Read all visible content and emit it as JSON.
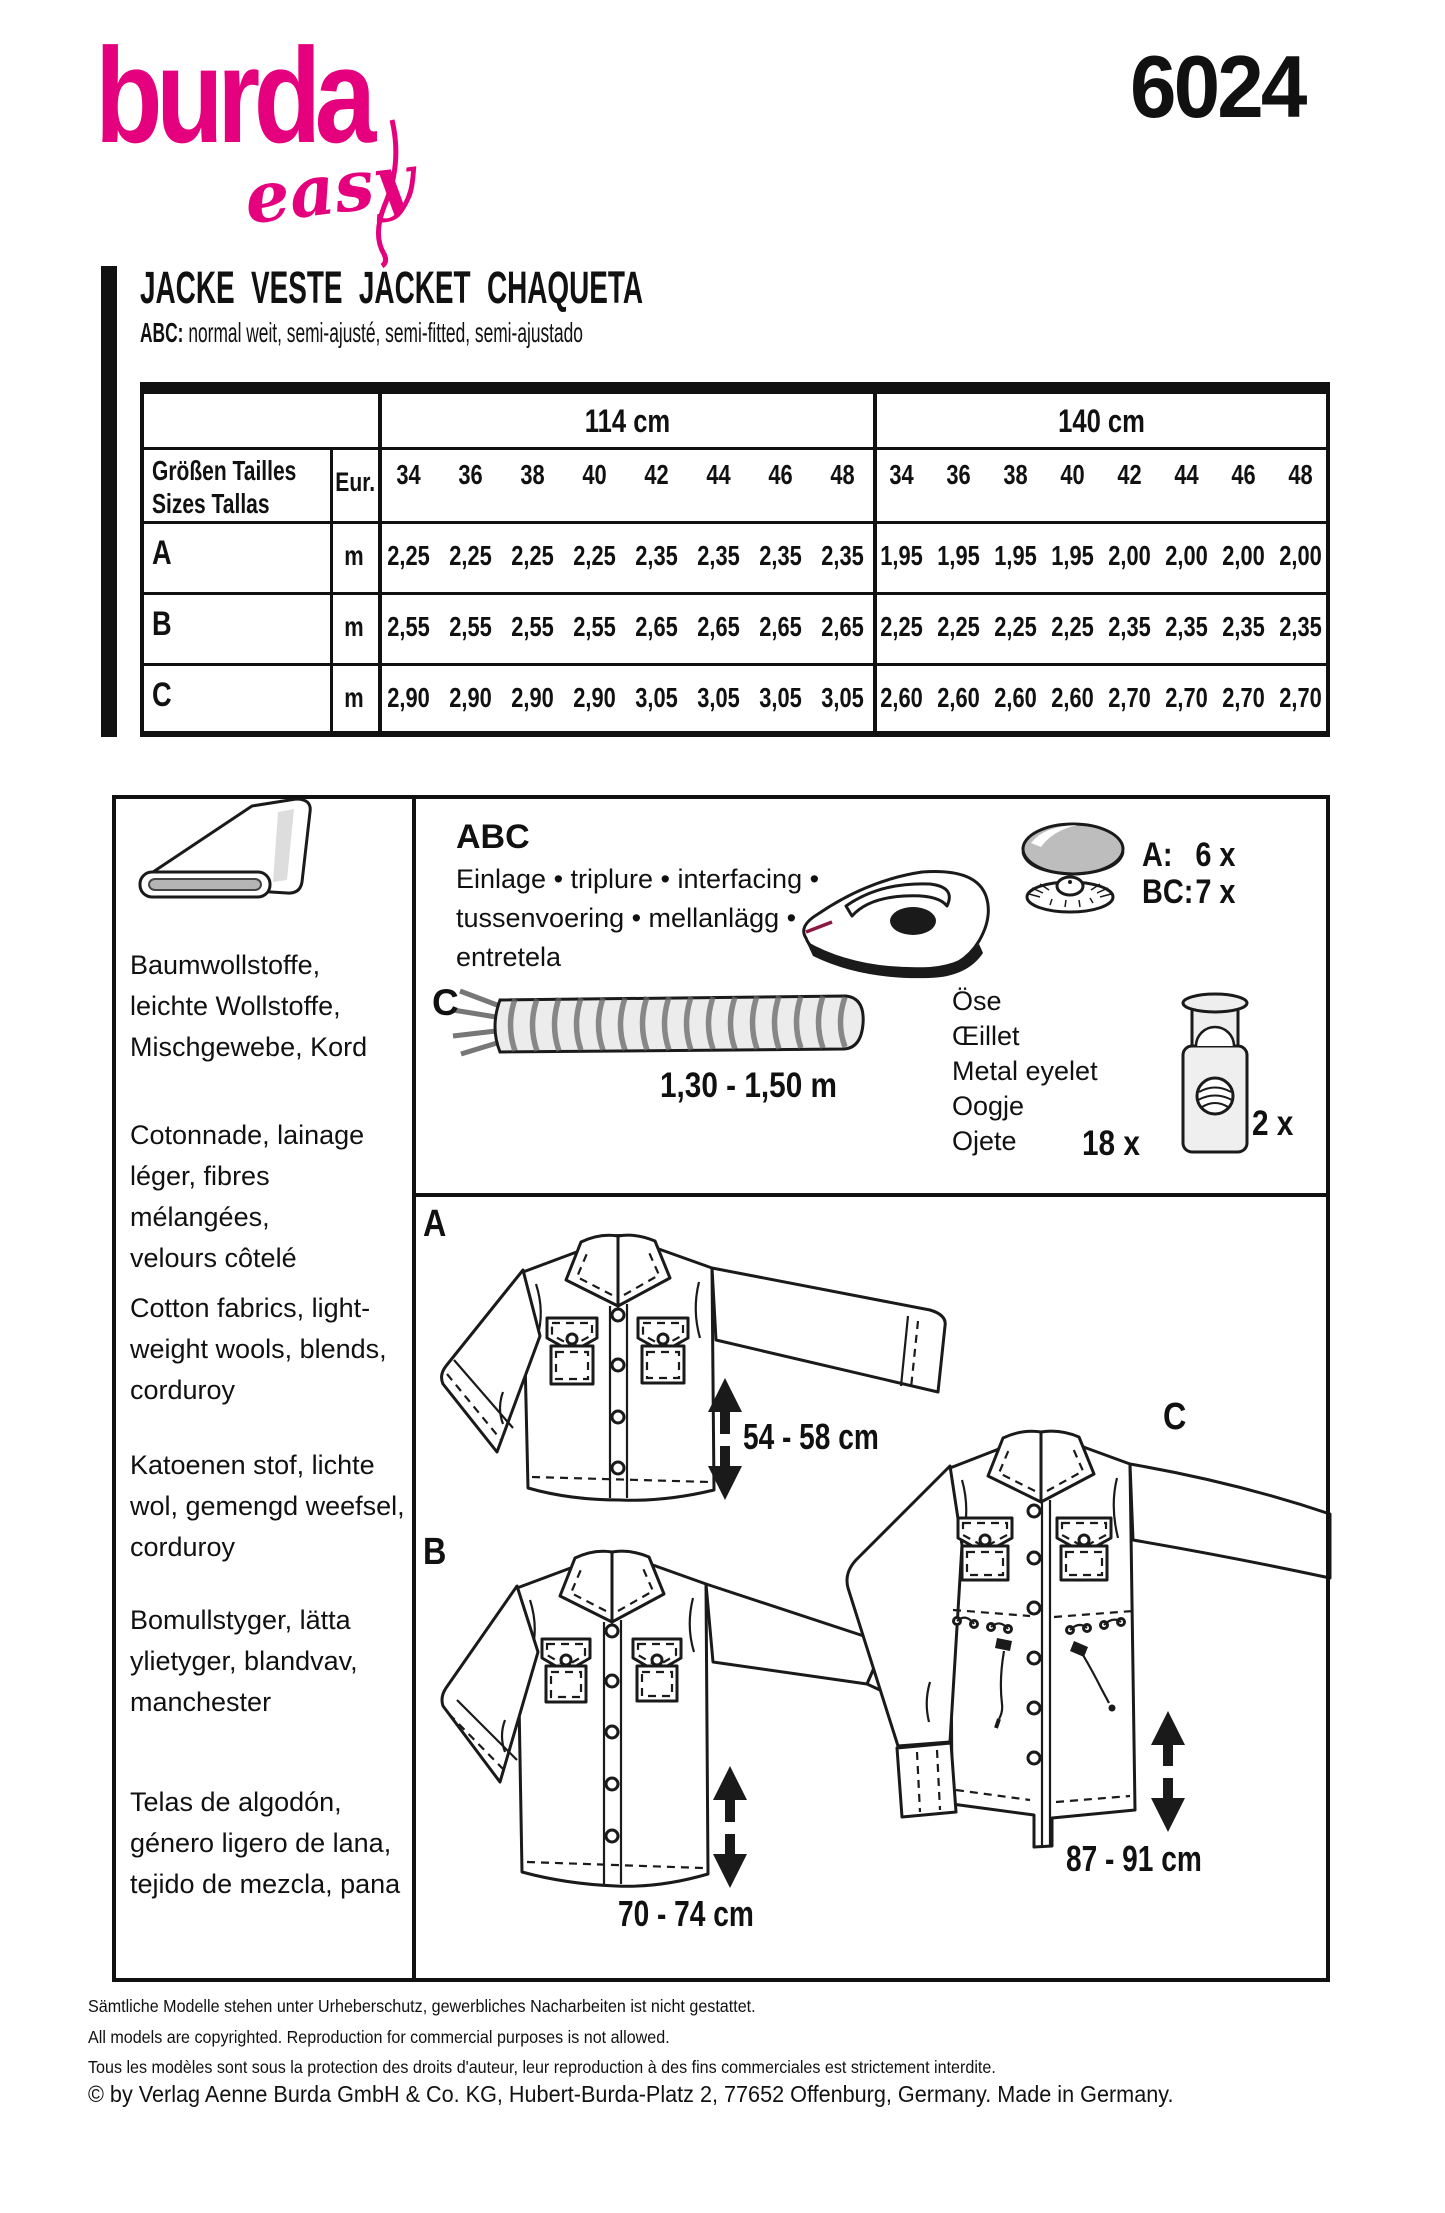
{
  "brand": {
    "logo_text": "burda",
    "logo_script": "easy",
    "number": "6024",
    "pink": "#e5007d"
  },
  "header": {
    "title": "JACKE VESTE JACKET CHAQUETA",
    "fit_label": "ABC:",
    "fit_text": "normal weit, semi-ajusté, semi-fitted, semi-ajustado"
  },
  "table": {
    "group1": "114 cm",
    "group2": "140 cm",
    "label_line1": "Größen  Tailles",
    "label_line2": "Sizes  Tallas",
    "eur": "Eur.",
    "unit": "m",
    "sizes": [
      "34",
      "36",
      "38",
      "40",
      "42",
      "44",
      "46",
      "48"
    ],
    "rows": [
      {
        "label": "A",
        "g1": [
          "2,25",
          "2,25",
          "2,25",
          "2,25",
          "2,35",
          "2,35",
          "2,35",
          "2,35"
        ],
        "g2": [
          "1,95",
          "1,95",
          "1,95",
          "1,95",
          "2,00",
          "2,00",
          "2,00",
          "2,00"
        ]
      },
      {
        "label": "B",
        "g1": [
          "2,55",
          "2,55",
          "2,55",
          "2,55",
          "2,65",
          "2,65",
          "2,65",
          "2,65"
        ],
        "g2": [
          "2,25",
          "2,25",
          "2,25",
          "2,25",
          "2,35",
          "2,35",
          "2,35",
          "2,35"
        ]
      },
      {
        "label": "C",
        "g1": [
          "2,90",
          "2,90",
          "2,90",
          "2,90",
          "3,05",
          "3,05",
          "3,05",
          "3,05"
        ],
        "g2": [
          "2,60",
          "2,60",
          "2,60",
          "2,60",
          "2,70",
          "2,70",
          "2,70",
          "2,70"
        ]
      }
    ]
  },
  "fabrics": {
    "de": "Baumwollstoffe,\nleichte Wollstoffe,\nMischgewebe, Kord",
    "fr": "Cotonnade, lainage\nléger, fibres mélangées,\nvelours côtelé",
    "en": "Cotton fabrics, light-\nweight wools, blends,\ncorduroy",
    "nl": "Katoenen stof, lichte\nwol, gemengd weefsel,\ncorduroy",
    "sv": "Bomullstyger, lätta\nylietyger, blandvav,\nmanchester",
    "es": "Telas de algodón,\ngénero ligero de lana,\ntejido de mezcla, pana"
  },
  "notions": {
    "abc": "ABC",
    "interfacing": "Einlage • triplure • interfacing •\ntussenvoering • mellanlägg •\nentretela",
    "button_a_label": "A:",
    "button_a_count": "6 x",
    "button_bc_label": "BC:",
    "button_bc_count": "7 x",
    "cord_view": "C",
    "cord_length": "1,30 - 1,50 m",
    "eyelets": "Öse\nŒillet\nMetal eyelet\nOogje\nOjete",
    "eyelet_count": "18 x",
    "stopper_count": "2 x"
  },
  "views": [
    {
      "label": "A",
      "length": "54 - 58 cm"
    },
    {
      "label": "B",
      "length": "70 - 74 cm"
    },
    {
      "label": "C",
      "length": "87 - 91 cm"
    }
  ],
  "footer": {
    "line1": "Sämtliche Modelle stehen unter Urheberschutz, gewerbliches Nacharbeiten ist nicht gestattet.",
    "line2": "All models are copyrighted. Reproduction for commercial purposes is not allowed.",
    "line3": "Tous les modèles sont sous la protection des droits d'auteur, leur reproduction à des fins commerciales est strictement interdite.",
    "line4": "© by Verlag Aenne Burda GmbH & Co. KG, Hubert-Burda-Platz 2, 77652 Offenburg, Germany. Made in Germany."
  }
}
